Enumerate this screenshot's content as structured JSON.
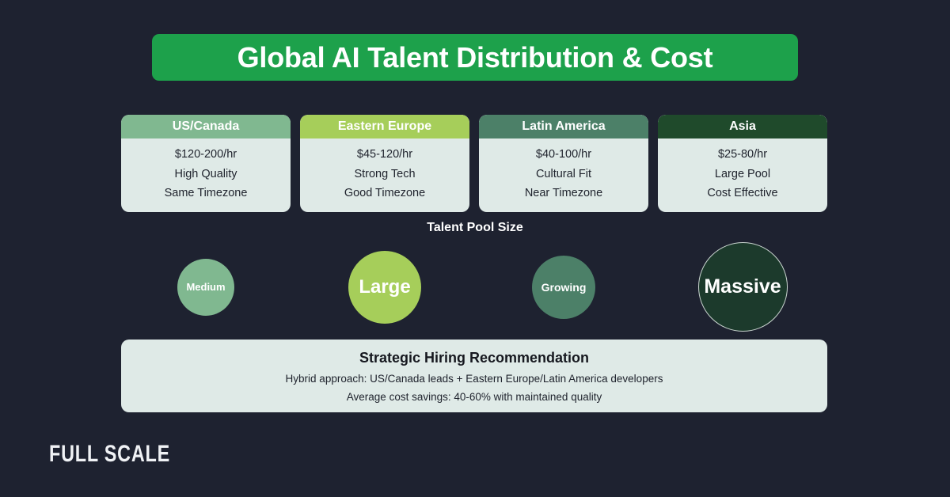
{
  "background_color": "#1e2230",
  "header": {
    "title": "Global AI Talent Distribution & Cost",
    "banner_color": "#1da14b"
  },
  "regions": [
    {
      "name": "US/Canada",
      "header_color": "#80b890",
      "rate": "$120-200/hr",
      "attribute": "High Quality",
      "timezone": "Same Timezone",
      "pool_label": "Medium",
      "pool_color": "#80b890",
      "pool_diameter": 72,
      "pool_font_size": 13
    },
    {
      "name": "Eastern Europe",
      "header_color": "#a6ce5a",
      "rate": "$45-120/hr",
      "attribute": "Strong Tech",
      "timezone": "Good Timezone",
      "pool_label": "Large",
      "pool_color": "#a6ce5a",
      "pool_diameter": 92,
      "pool_font_size": 24
    },
    {
      "name": "Latin America",
      "header_color": "#4c8068",
      "rate": "$40-100/hr",
      "attribute": "Cultural Fit",
      "timezone": "Near Timezone",
      "pool_label": "Growing",
      "pool_color": "#4c8068",
      "pool_diameter": 80,
      "pool_font_size": 14
    },
    {
      "name": "Asia",
      "header_color": "#1f4a2b",
      "rate": "$25-80/hr",
      "attribute": "Large Pool",
      "timezone": "Cost Effective",
      "pool_label": "Massive",
      "pool_color": "#1c3a2c",
      "pool_diameter": 113,
      "pool_font_size": 25
    }
  ],
  "pool_section": {
    "heading": "Talent Pool Size"
  },
  "recommendation": {
    "title": "Strategic Hiring Recommendation",
    "line1": "Hybrid approach: US/Canada leads + Eastern Europe/Latin America developers",
    "line2": "Average cost savings: 40-60% with maintained quality"
  },
  "footer": {
    "logo_text": "FULL SCALE"
  }
}
